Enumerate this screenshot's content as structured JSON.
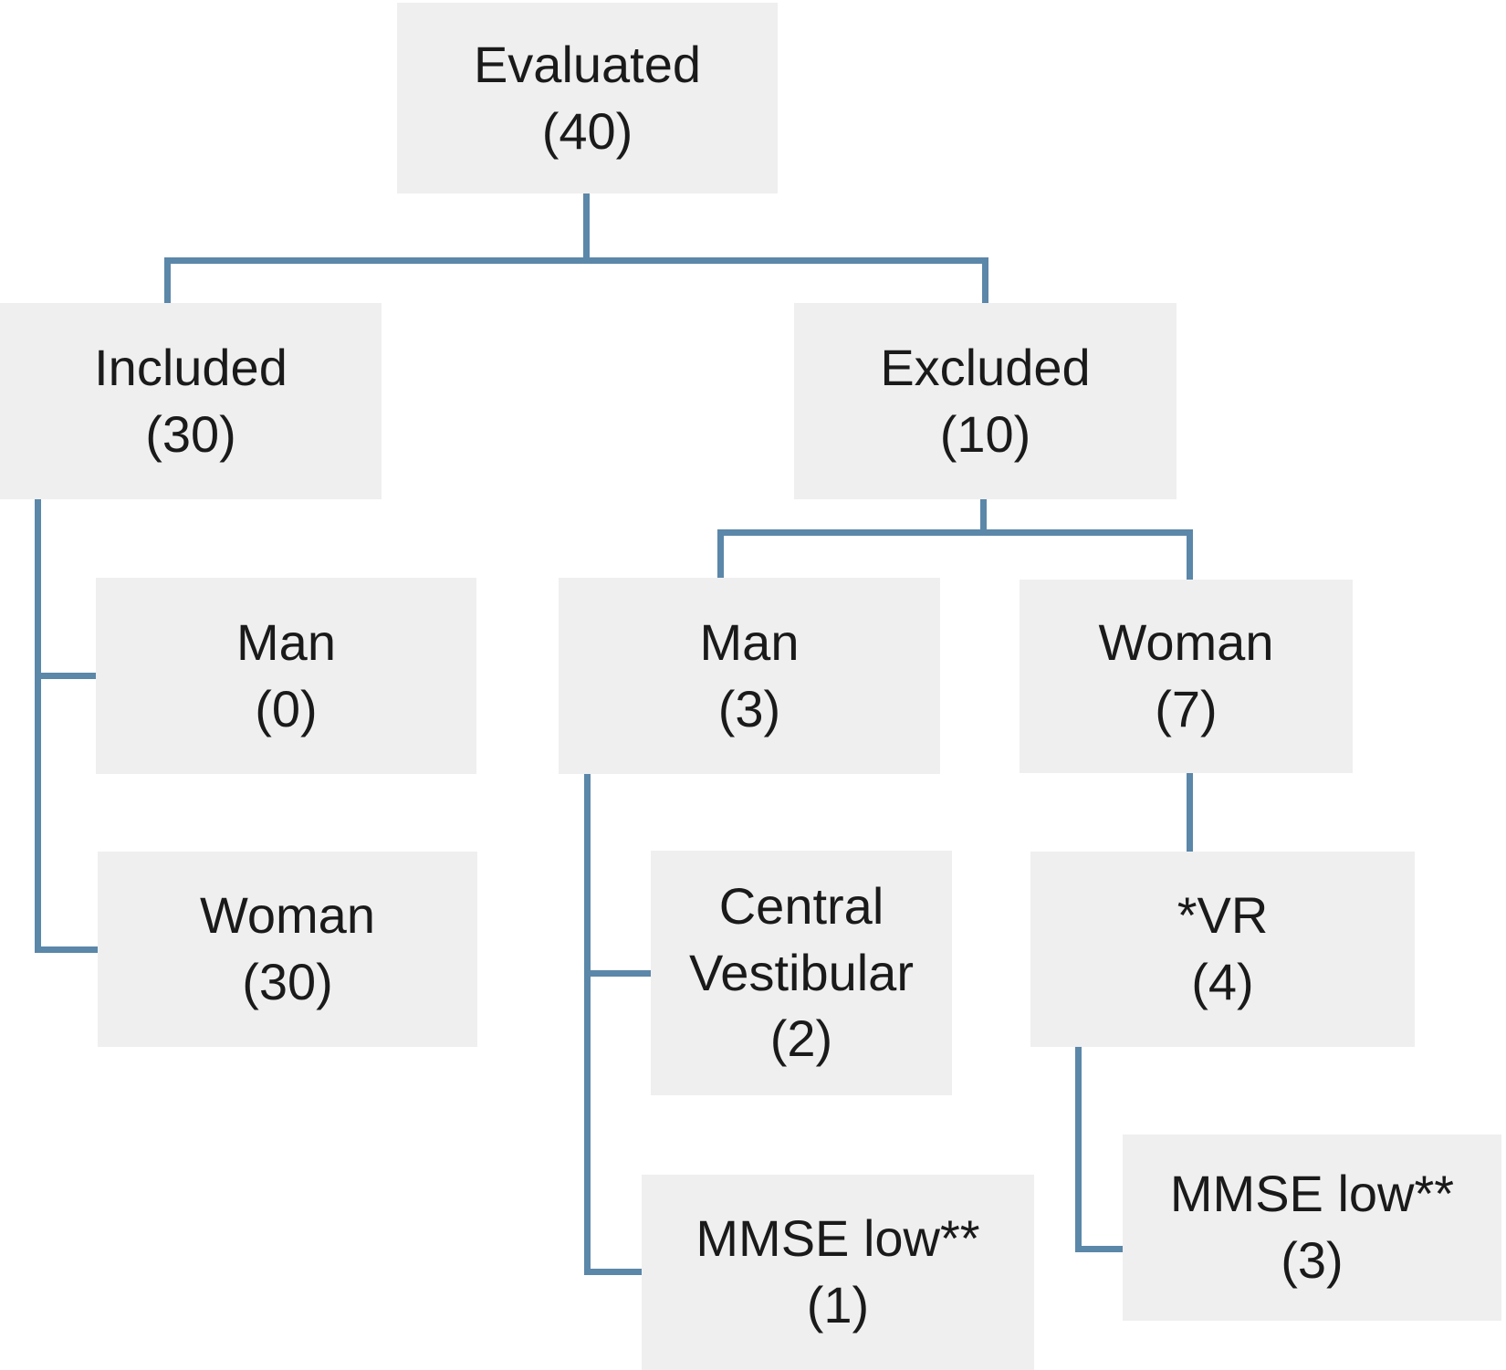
{
  "diagram": {
    "type": "flowchart",
    "nodes": {
      "evaluated": {
        "label": "Evaluated",
        "count": "(40)"
      },
      "included": {
        "label": "Included",
        "count": "(30)"
      },
      "excluded": {
        "label": "Excluded",
        "count": "(10)"
      },
      "included_man": {
        "label": "Man",
        "count": "(0)"
      },
      "included_woman": {
        "label": "Woman",
        "count": "(30)"
      },
      "excluded_man": {
        "label": "Man",
        "count": "(3)"
      },
      "excluded_woman": {
        "label": "Woman",
        "count": "(7)"
      },
      "central_vestibular": {
        "label": "Central Vestibular",
        "count": "(2)"
      },
      "mmse_low_man": {
        "label": "MMSE low**",
        "count": "(1)"
      },
      "vr": {
        "label": "*VR",
        "count": "(4)"
      },
      "mmse_low_woman": {
        "label": "MMSE low**",
        "count": "(3)"
      }
    },
    "edges": [
      "Evaluated -> Included",
      "Evaluated -> Excluded",
      "Included -> Man (0)",
      "Included -> Woman (30)",
      "Excluded -> Man (3)",
      "Excluded -> Woman (7)",
      "Man (3) -> Central Vestibular (2)",
      "Man (3) -> MMSE low** (1)",
      "Woman (7) -> *VR (4)",
      "*VR (4) -> MMSE low** (3)"
    ]
  },
  "colors": {
    "box_fill": "#efefef",
    "text": "#1a1a1a",
    "connector": "#5b87a9"
  }
}
